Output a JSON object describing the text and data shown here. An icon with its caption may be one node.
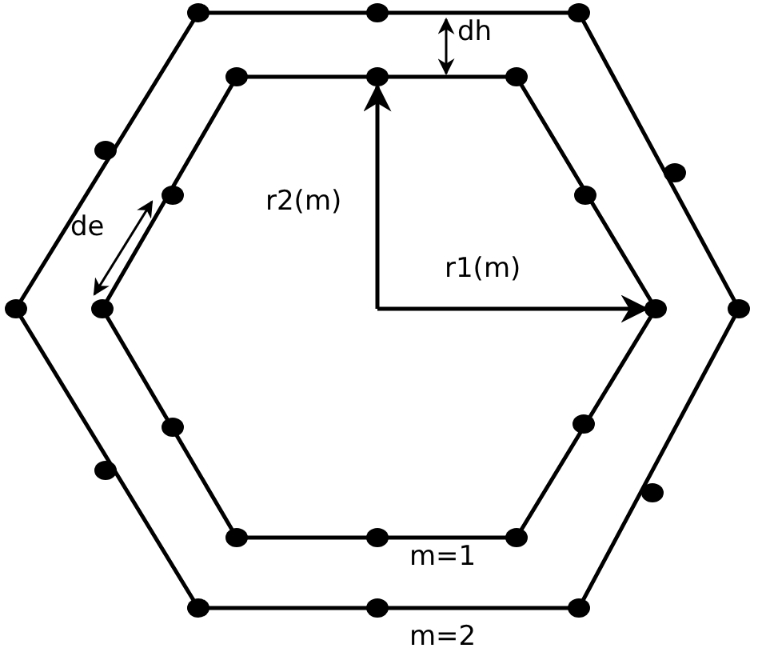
{
  "diagram": {
    "labels": [
      "dh",
      "de",
      "r2(m)",
      "r1(m)",
      "m=1",
      "m=2"
    ]
  }
}
